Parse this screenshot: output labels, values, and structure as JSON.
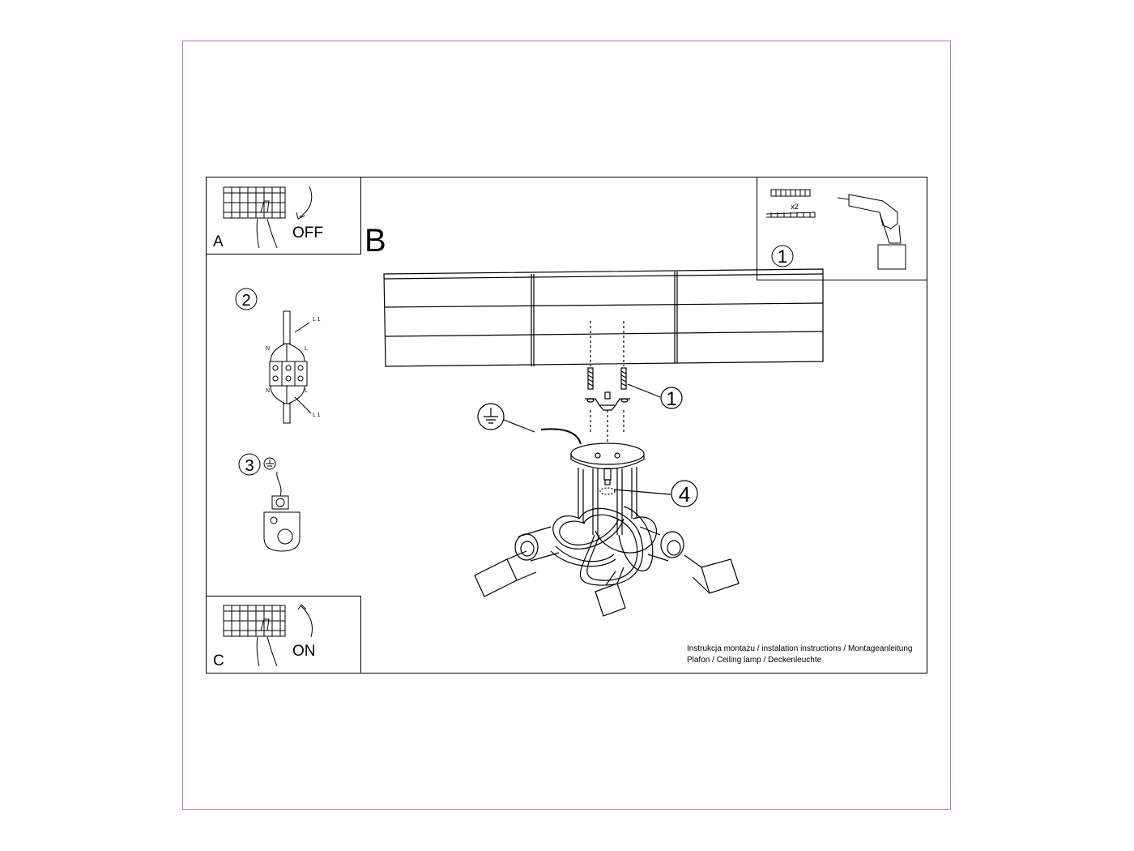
{
  "steps": {
    "a": {
      "letter": "A",
      "state": "OFF"
    },
    "b": {
      "letter": "B"
    },
    "c": {
      "letter": "C",
      "state": "ON"
    }
  },
  "callouts": {
    "tools": "1",
    "wiring": "2",
    "ground": "3",
    "bracket": "1",
    "screw": "4"
  },
  "hardware": {
    "quantity": "x2"
  },
  "wiring_labels": {
    "l1_top": "L 1",
    "n_top": "N",
    "l_top": "L",
    "n_bottom": "N",
    "l_bottom": "L",
    "l1_bottom": "L 1"
  },
  "footer": {
    "line1": "Instrukcja montażu / instalation instructions / Montageanleitung",
    "line2": "Plafon / Ceiling lamp / Deckenleuchte"
  }
}
